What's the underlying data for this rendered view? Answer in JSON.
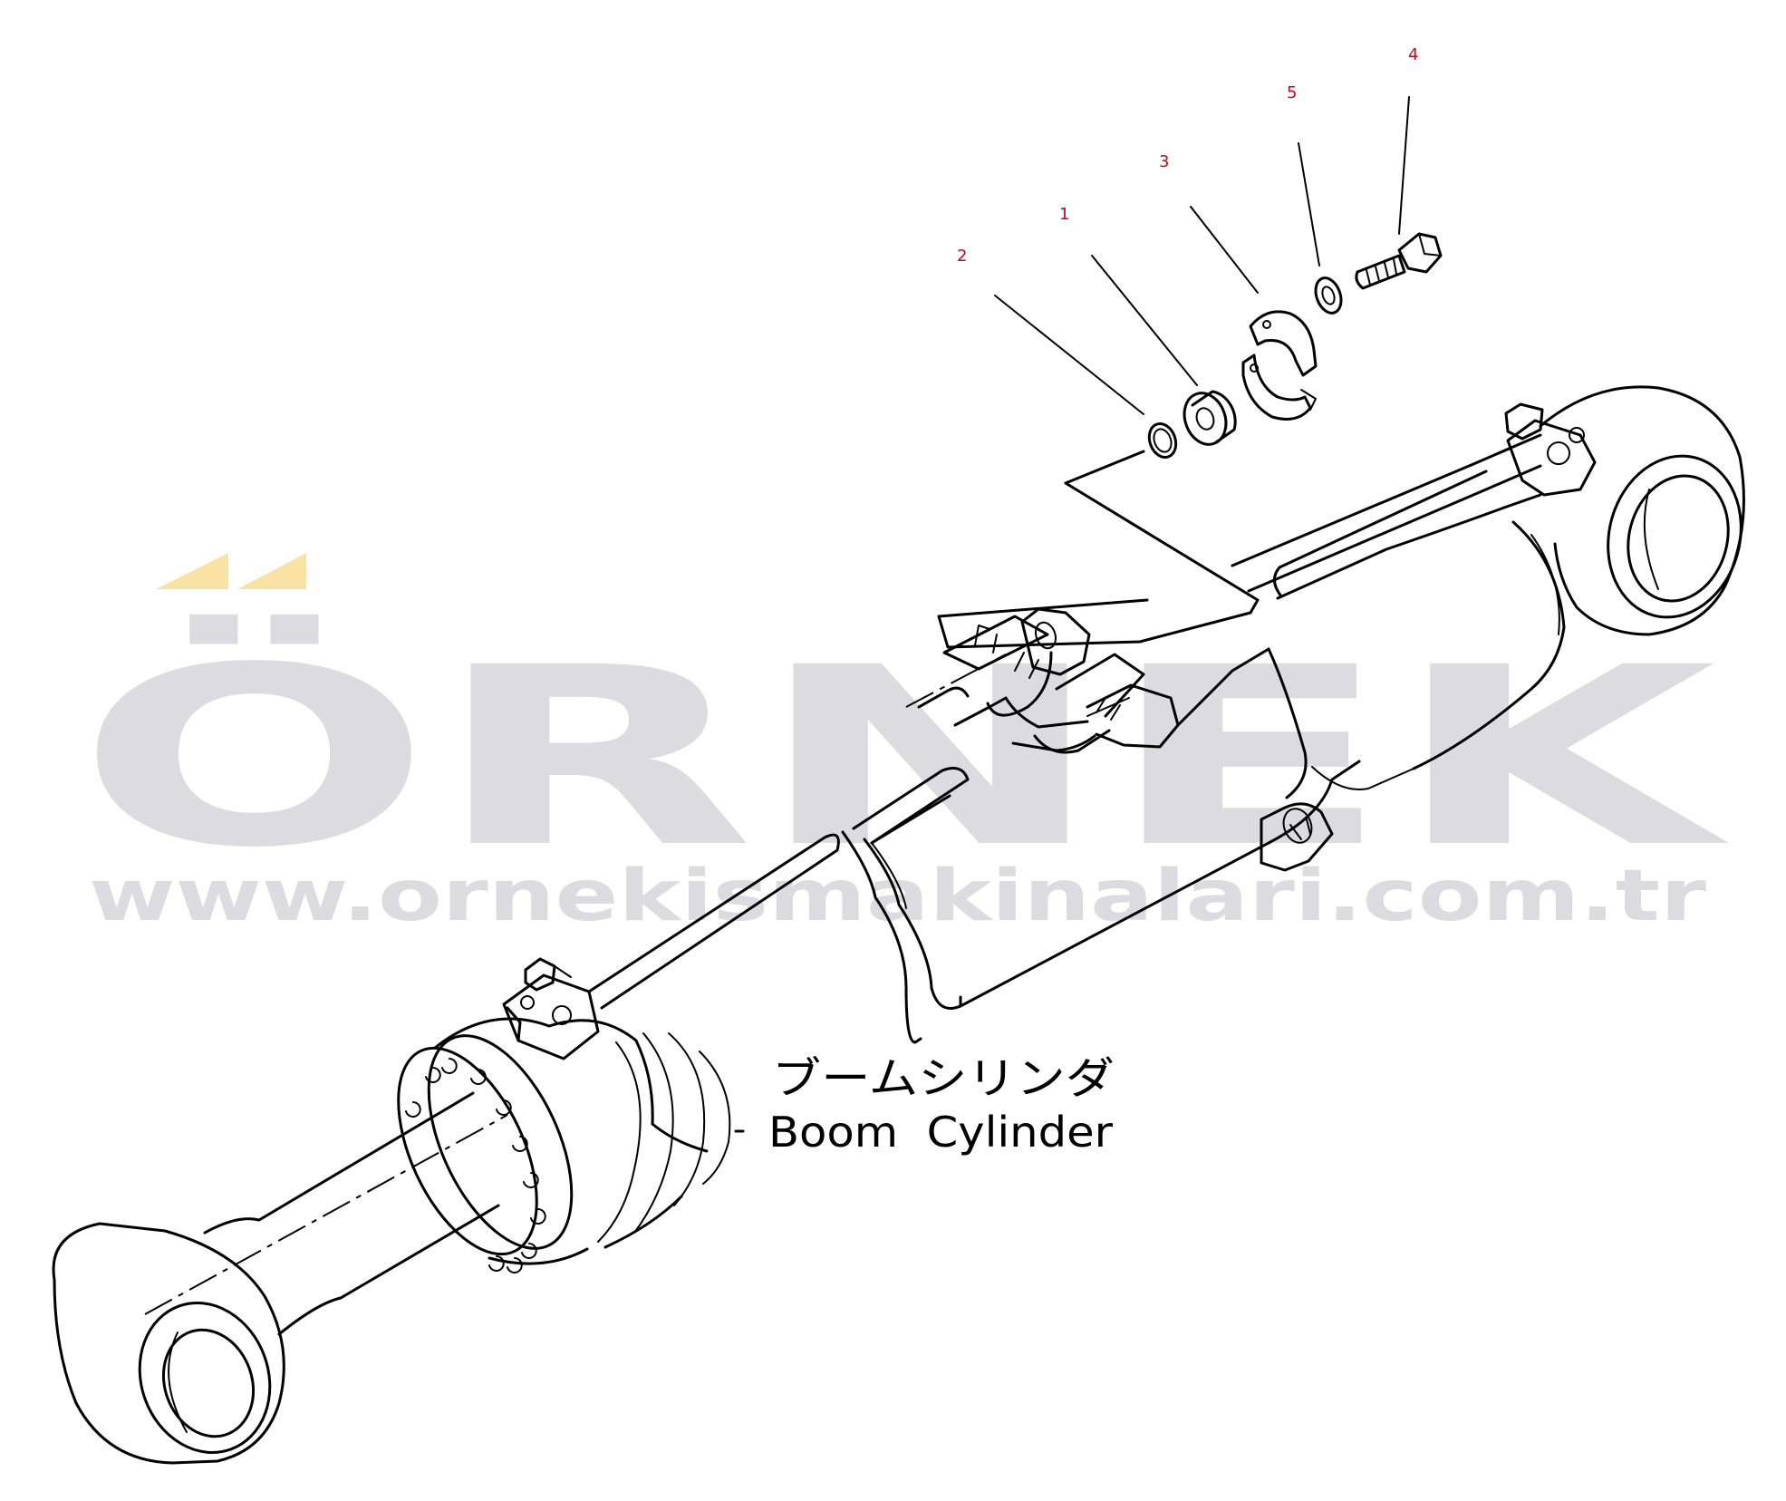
{
  "watermark": {
    "brand": "ÖRNEK",
    "url": "www.ornekismakinalari.com.tr",
    "color": "#dcdbe0",
    "accent_color": "#f9e3a3"
  },
  "diagram": {
    "component_label_jp": "ブームシリンダ",
    "component_label_en": "Boom  Cylinder",
    "callouts": [
      {
        "number": "2",
        "part": "o-ring"
      },
      {
        "number": "1",
        "part": "spacer"
      },
      {
        "number": "3",
        "part": "split-flange"
      },
      {
        "number": "5",
        "part": "washer"
      },
      {
        "number": "4",
        "part": "bolt"
      }
    ],
    "callout_color": "#d0021b"
  }
}
